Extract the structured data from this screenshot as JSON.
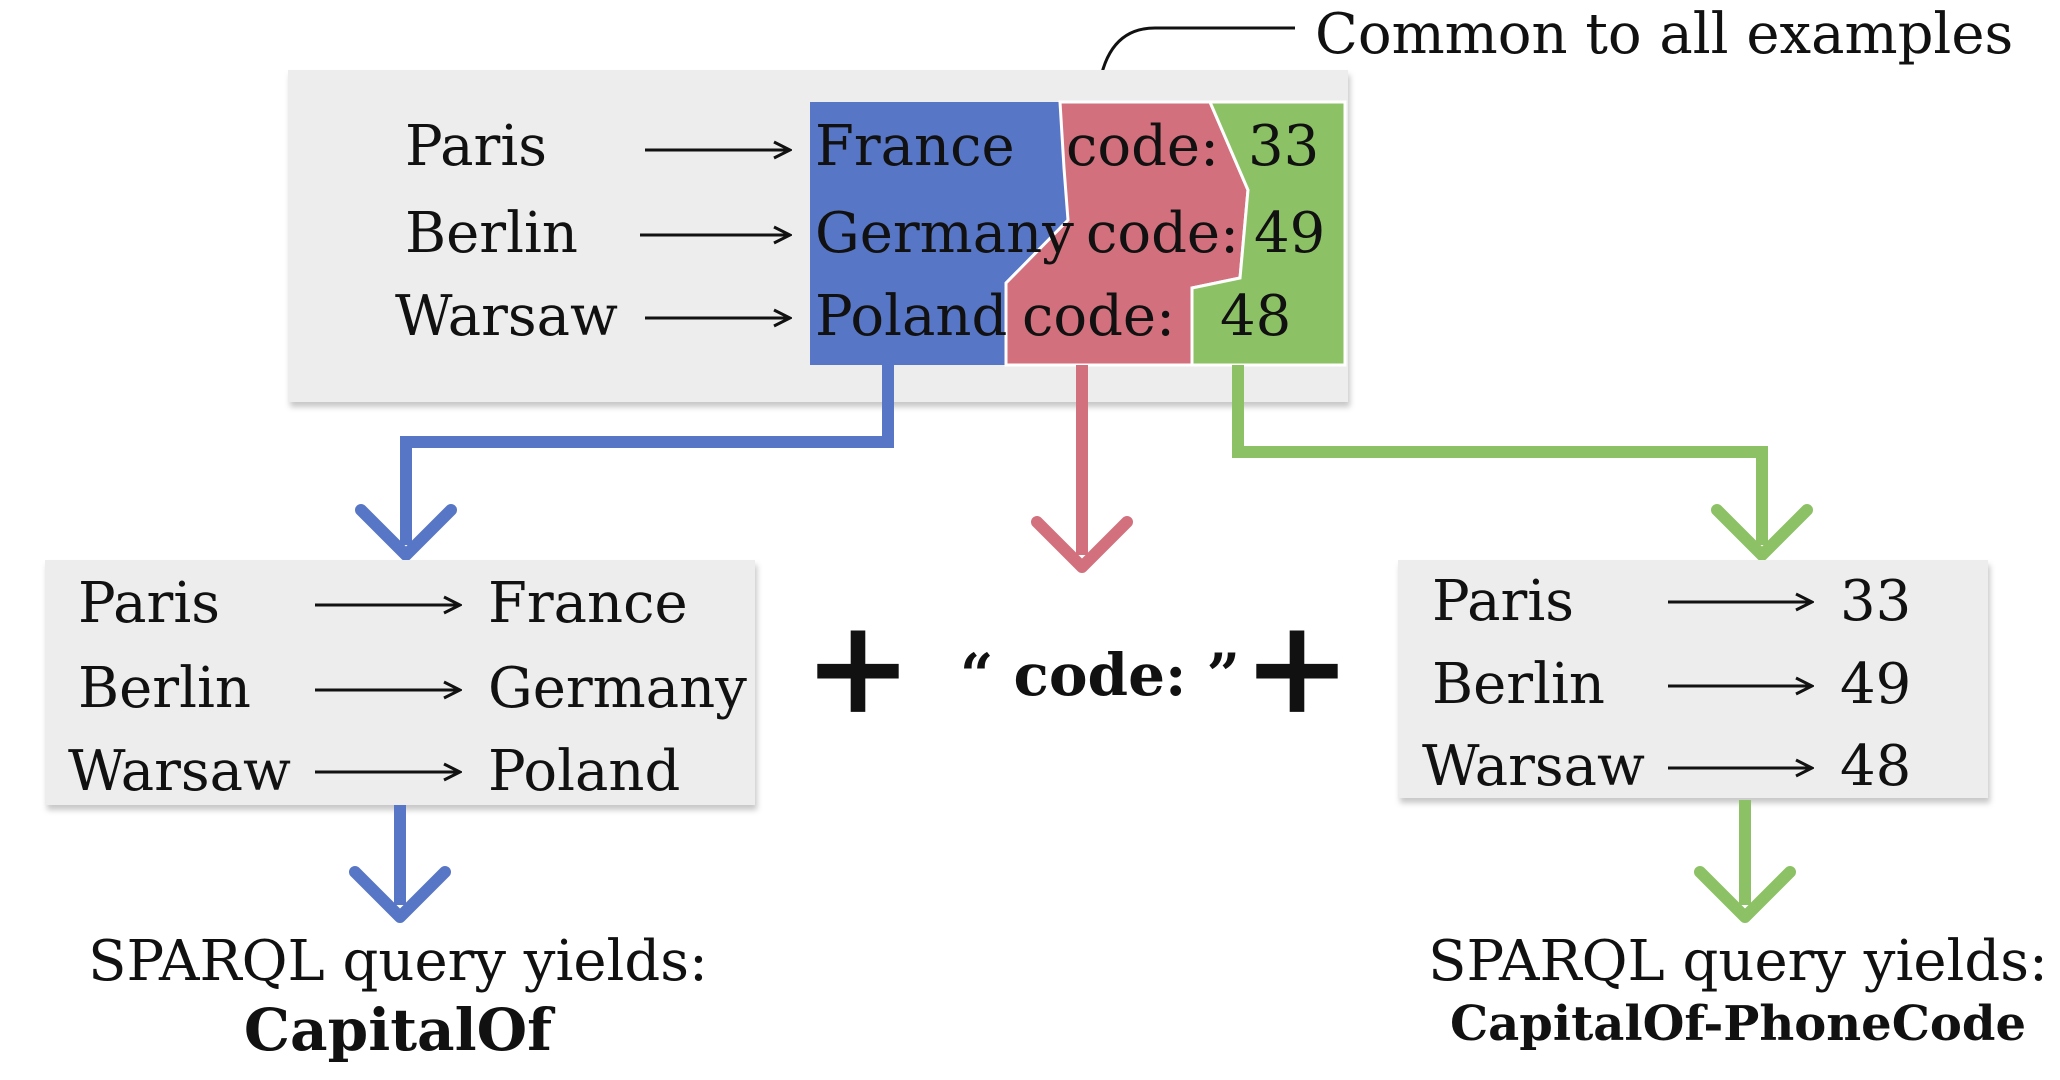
{
  "annotation": "Common to all examples",
  "colors": {
    "blue": "#5876c6",
    "red": "#d3707d",
    "green": "#8cc265",
    "box": "#ededed",
    "text": "#111111"
  },
  "top_box": {
    "rows": [
      {
        "city": "Paris",
        "country": "France",
        "code_label": "code:",
        "code": "33"
      },
      {
        "city": "Berlin",
        "country": "Germany",
        "code_label": "code:",
        "code": "49"
      },
      {
        "city": "Warsaw",
        "country": "Poland",
        "code_label": "code:",
        "code": "48"
      }
    ]
  },
  "left_box": {
    "rows": [
      {
        "city": "Paris",
        "value": "France"
      },
      {
        "city": "Berlin",
        "value": "Germany"
      },
      {
        "city": "Warsaw",
        "value": "Poland"
      }
    ]
  },
  "right_box": {
    "rows": [
      {
        "city": "Paris",
        "value": "33"
      },
      {
        "city": "Berlin",
        "value": "49"
      },
      {
        "city": "Warsaw",
        "value": "48"
      }
    ]
  },
  "middle": {
    "plus": "+",
    "code_literal": "“ code: ”"
  },
  "results": {
    "left": {
      "line1": "SPARQL query yields:",
      "line2": "CapitalOf"
    },
    "right": {
      "line1": "SPARQL query yields:",
      "line2": "CapitalOf-PhoneCode"
    }
  }
}
